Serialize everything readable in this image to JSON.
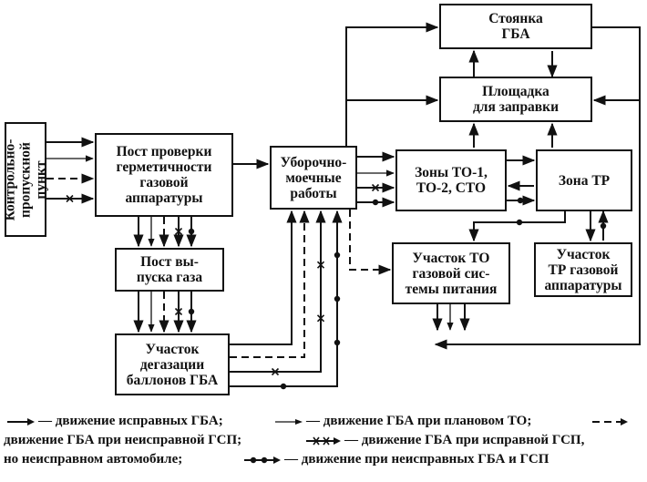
{
  "boxes": {
    "checkpoint": "Контрольно-\nпропускной\nпункт",
    "tightness_check": "Пост проверки\nгерметичности\nгазовой\nаппаратуры",
    "gas_release": "Пост вы-\nпуска газа",
    "degassing": "Участок\nдегазации\nбаллонов ГБА",
    "washing": "Уборочно-\nмоечные\nработы",
    "parking": "Стоянка\nГБА",
    "refuel": "Площадка\nдля заправки",
    "maintenance": "Зоны ТО-1,\nТО-2, СТО",
    "repair_zone": "Зона ТР",
    "fuel_system": "Участок ТО\nгазовой сис-\nтемы питания",
    "gas_equipment_repair": "Участок\nТР газовой\nаппаратуры"
  },
  "legend": {
    "item1": "— движение исправных ГБА;",
    "item2": "— движение ГБА при плановом ТО;",
    "item3_line2": "движение ГБА при неисправной ГСП;",
    "item4": "— движение ГБА при исправной ГСП,",
    "item4_cont": "но неисправном автомобиле;",
    "item5": "— движение при неисправных ГБА и ГСП"
  }
}
